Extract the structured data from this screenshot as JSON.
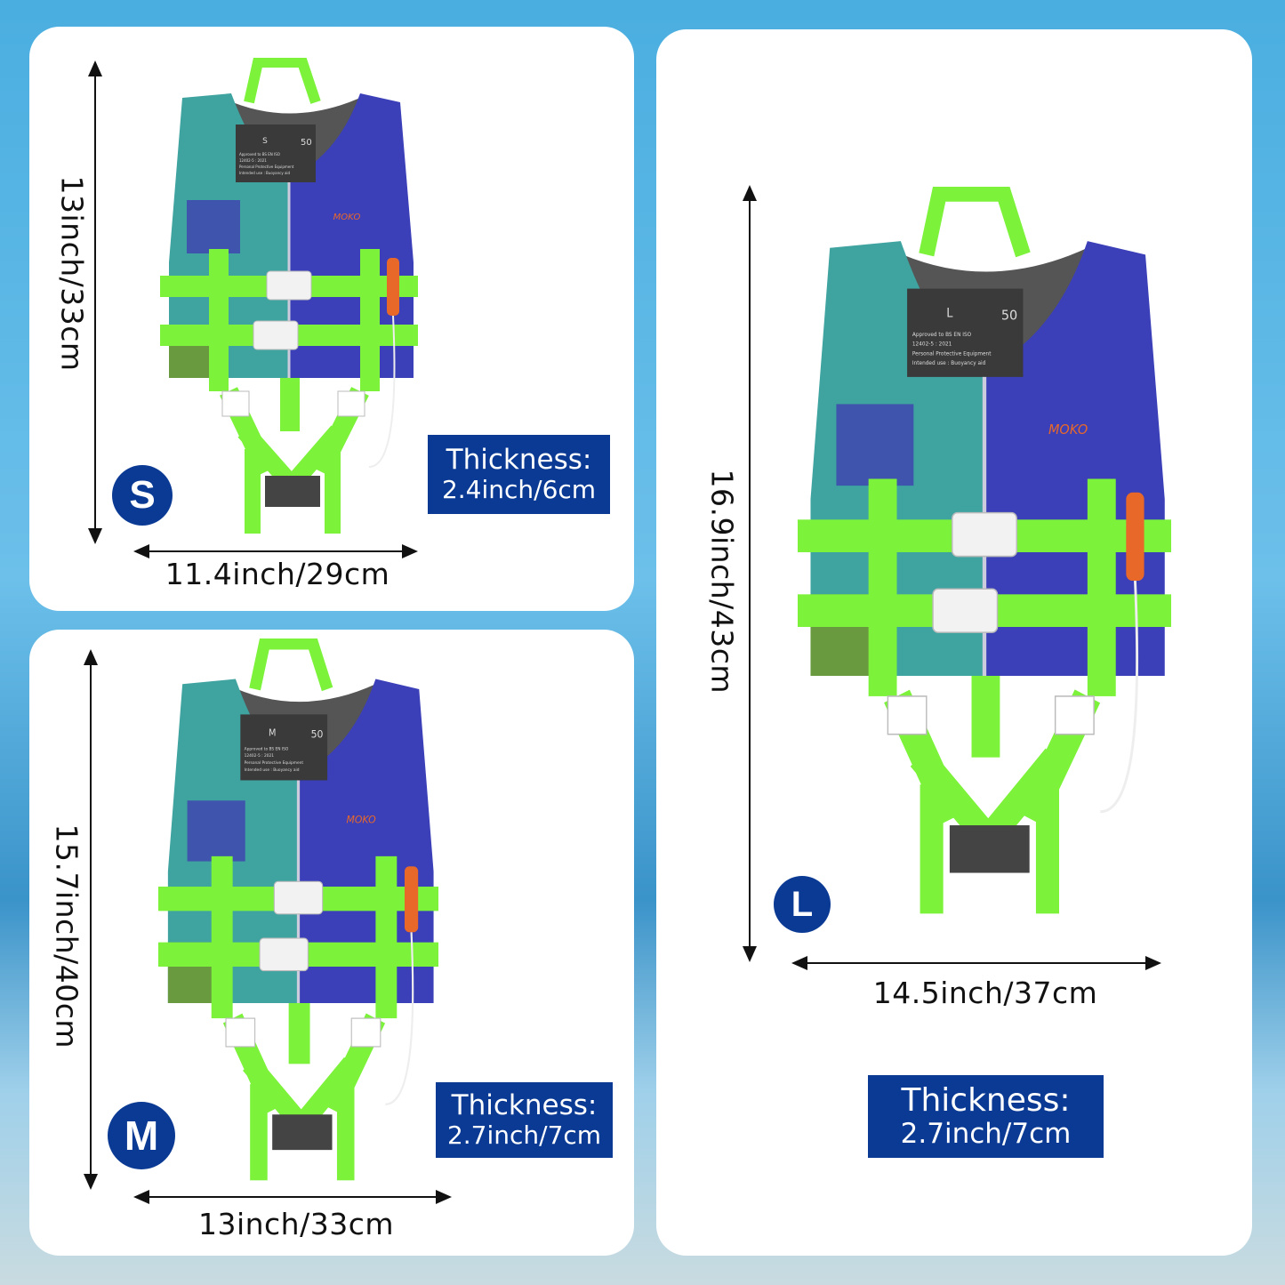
{
  "colors": {
    "badge": "#0b3a94",
    "vest_blue": "#3b3fb8",
    "strap": "#7cf23a",
    "whistle": "#e8682a"
  },
  "sizes": [
    {
      "id": "s",
      "badge": "S",
      "height": "13inch/33cm",
      "width": "11.4inch/29cm",
      "thickness_label": "Thickness:",
      "thickness": "2.4inch/6cm",
      "tag_size": "S"
    },
    {
      "id": "m",
      "badge": "M",
      "height": "15.7inch/40cm",
      "width": "13inch/33cm",
      "thickness_label": "Thickness:",
      "thickness": "2.7inch/7cm",
      "tag_size": "M"
    },
    {
      "id": "l",
      "badge": "L",
      "height": "16.9inch/43cm",
      "width": "14.5inch/37cm",
      "thickness_label": "Thickness:",
      "thickness": "2.7inch/7cm",
      "tag_size": "L"
    }
  ],
  "vest_tag": {
    "rating": "50",
    "lines": [
      "Approved to BS EN ISO",
      "12402-5 : 2021",
      "Personal Protective Equipment",
      "Intended use : Buoyancy aid"
    ]
  },
  "logo": "MOKO"
}
